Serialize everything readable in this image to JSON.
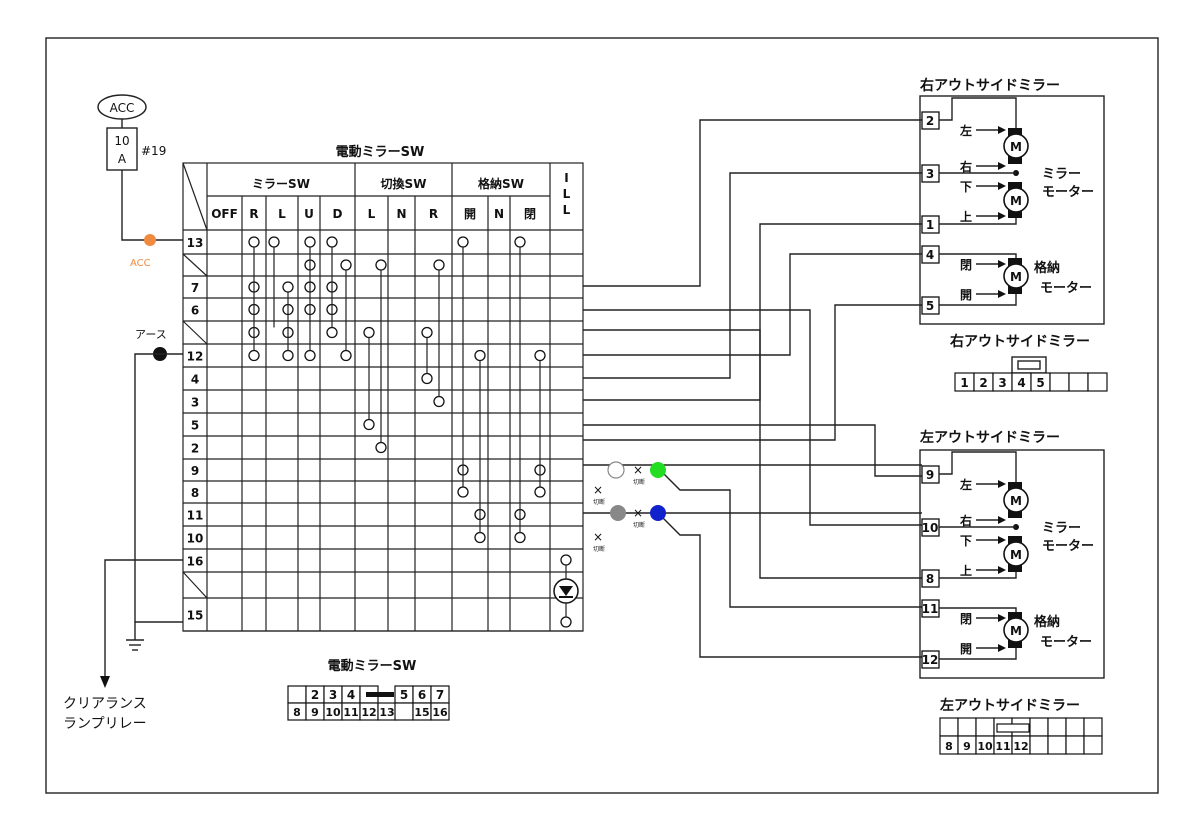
{
  "acc": {
    "ellipse_label": "ACC",
    "fuse_top": "10",
    "fuse_bottom": "A",
    "fuse_no": "#19",
    "ground_label": "ACC"
  },
  "earth_label": "アース",
  "switch": {
    "title": "電動ミラーSW",
    "groups": [
      {
        "label": "ミラーSW",
        "cols": [
          "OFF",
          "R",
          "L",
          "U",
          "D"
        ]
      },
      {
        "label": "切換SW",
        "cols": [
          "L",
          "N",
          "R"
        ]
      },
      {
        "label": "格納SW",
        "cols": [
          "開",
          "N",
          "閉"
        ]
      },
      {
        "label": "I\nL\nL",
        "cols": [
          ""
        ]
      }
    ],
    "rows": [
      "13",
      "",
      "7",
      "6",
      "",
      "12",
      "4",
      "3",
      "5",
      "2",
      "9",
      "8",
      "11",
      "10",
      "16",
      "",
      "15"
    ]
  },
  "clearance_relay": "クリアランス\nランプリレー",
  "right_mirror": {
    "title": "右アウトサイドミラー",
    "pins": [
      "2",
      "3",
      "1",
      "4",
      "5"
    ],
    "arrows": [
      "左",
      "右",
      "下",
      "上",
      "閉",
      "開"
    ],
    "motor1_label": "ミラー\nモーター",
    "motor2_label": "格納\nモーター",
    "motor_letter": "M"
  },
  "left_mirror": {
    "title": "左アウトサイドミラー",
    "pins": [
      "9",
      "10",
      "8",
      "11",
      "12"
    ],
    "arrows": [
      "左",
      "右",
      "下",
      "上",
      "閉",
      "開"
    ],
    "motor1_label": "ミラー\nモーター",
    "motor2_label": "格納\nモーター",
    "motor_letter": "M"
  },
  "right_connector": {
    "title": "右アウトサイドミラー",
    "pins": [
      "1",
      "2",
      "3",
      "4",
      "5",
      "",
      "",
      ""
    ]
  },
  "left_connector": {
    "title": "左アウトサイドミラー",
    "top": [
      "",
      "",
      "",
      "",
      "",
      "",
      "",
      "",
      ""
    ],
    "bottom": [
      "8",
      "9",
      "10",
      "11",
      "12",
      "",
      "",
      "",
      ""
    ]
  },
  "switch_connector": {
    "title": "電動ミラーSW",
    "top": [
      "",
      "2",
      "3",
      "4",
      "",
      "5",
      "6",
      "7"
    ],
    "bottom": [
      "8",
      "9",
      "10",
      "11",
      "12",
      "13",
      "",
      "15",
      "16"
    ]
  },
  "cut_label": "切断",
  "colors": {
    "green": "#22dd22",
    "blue": "#1122cc",
    "grey": "#888888",
    "white": "#ffffff",
    "orange": "#f08a40",
    "black": "#111111"
  }
}
